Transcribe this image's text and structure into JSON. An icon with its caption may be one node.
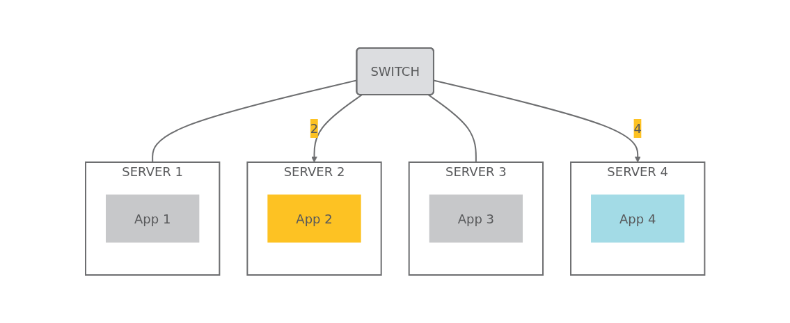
{
  "diagram": {
    "nodes": [
      {
        "text": [
          "SWITCH"
        ]
      },
      {
        "text": [
          "SERVER 1"
        ]
      },
      {
        "text": [
          "App 1"
        ],
        "in": 1
      },
      {
        "text": [
          "SERVER 2"
        ]
      },
      {
        "text": [
          "App 2"
        ],
        "in": 3
      },
      {
        "text": [
          "SERVER 3"
        ]
      },
      {
        "text": [
          "App 3"
        ],
        "in": 5
      },
      {
        "text": [
          "SERVER 4"
        ]
      },
      {
        "text": [
          "App 4"
        ],
        "in": 7
      }
    ],
    "edges": [
      {
        "from": 0,
        "to": 1,
        "arrow": "none"
      },
      {
        "from": 0,
        "to": 3,
        "arrow": "to",
        "label": "2"
      },
      {
        "from": 0,
        "to": 5,
        "arrow": "none"
      },
      {
        "from": 0,
        "to": 7,
        "arrow": "to",
        "label": "4"
      }
    ]
  }
}
